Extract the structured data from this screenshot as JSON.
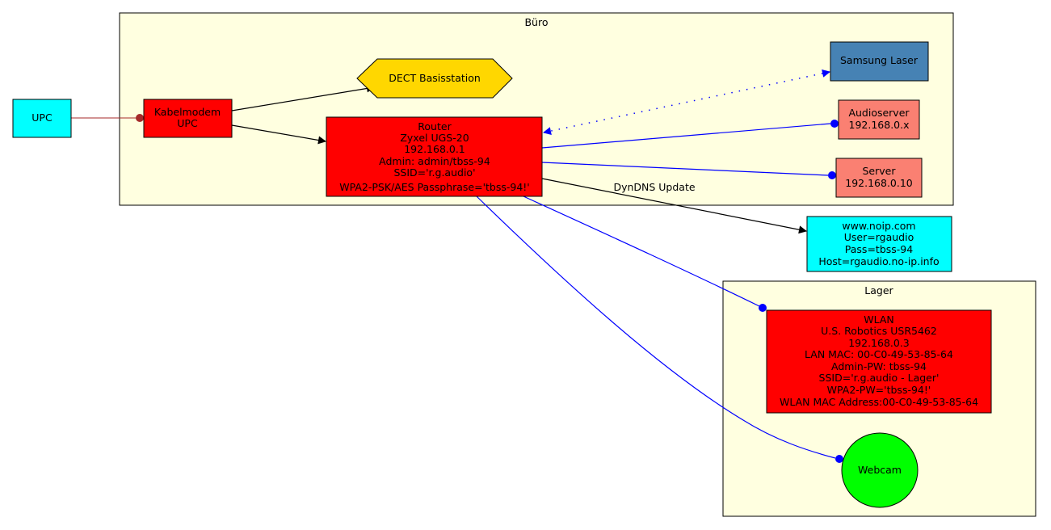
{
  "clusters": {
    "buero": {
      "label": "Büro",
      "fill": "#ffffe0"
    },
    "lager": {
      "label": "Lager",
      "fill": "#ffffe0"
    }
  },
  "nodes": {
    "upc": {
      "lines": [
        "UPC"
      ],
      "fill": "#00ffff"
    },
    "kabelmodem": {
      "lines": [
        "Kabelmodem",
        "UPC"
      ],
      "fill": "#ff0000"
    },
    "dect": {
      "lines": [
        "DECT Basisstation"
      ],
      "fill": "#ffd700"
    },
    "router": {
      "lines": [
        "Router",
        "Zyxel UGS-20",
        "192.168.0.1",
        "Admin: admin/tbss-94",
        "SSID='r.g.audio'",
        "WPA2-PSK/AES Passphrase='tbss-94!'"
      ],
      "fill": "#ff0000"
    },
    "samsung": {
      "lines": [
        "Samsung Laser"
      ],
      "fill": "#4682b4"
    },
    "audioserver": {
      "lines": [
        "Audioserver",
        "192.168.0.x"
      ],
      "fill": "#fa8072"
    },
    "server": {
      "lines": [
        "Server",
        "192.168.0.10"
      ],
      "fill": "#fa8072"
    },
    "noip": {
      "lines": [
        "www.noip.com",
        "User=rgaudio",
        "Pass=tbss-94",
        "Host=rgaudio.no-ip.info"
      ],
      "fill": "#00ffff"
    },
    "wlan": {
      "lines": [
        "WLAN",
        "U.S. Robotics USR5462",
        "192.168.0.3",
        "LAN MAC: 00-C0-49-53-85-64",
        "Admin-PW: tbss-94",
        "SSID='r.g.audio - Lager'",
        "WPA2-PW='tbss-94!'",
        "WLAN MAC Address:00-C0-49-53-85-64"
      ],
      "fill": "#ff0000"
    },
    "webcam": {
      "lines": [
        "Webcam"
      ],
      "fill": "#00ff00"
    }
  },
  "edges": {
    "upc_kabelmodem": {
      "color": "#a52a2a",
      "style": "solid",
      "head": "dot"
    },
    "kabelmodem_dect": {
      "color": "#000000",
      "style": "solid",
      "head": "arrow"
    },
    "kabelmodem_router": {
      "color": "#000000",
      "style": "solid",
      "head": "arrow"
    },
    "router_samsung": {
      "color": "#0000ff",
      "style": "dotted",
      "head": "both-arrows"
    },
    "router_audioserver": {
      "color": "#0000ff",
      "style": "solid",
      "head": "dot"
    },
    "router_server": {
      "color": "#0000ff",
      "style": "solid",
      "head": "dot"
    },
    "router_noip": {
      "color": "#000000",
      "style": "solid",
      "head": "arrow",
      "label": "DynDNS Update"
    },
    "router_wlan": {
      "color": "#0000ff",
      "style": "solid",
      "head": "dot"
    },
    "router_webcam": {
      "color": "#0000ff",
      "style": "solid",
      "head": "dot"
    }
  }
}
